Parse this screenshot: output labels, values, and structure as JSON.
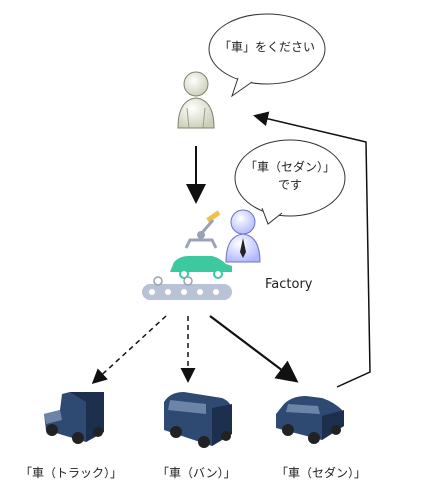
{
  "customer_bubble": {
    "text": "「車」をください"
  },
  "factory_bubble": {
    "line1": "「車（セダン）」",
    "line2": "です"
  },
  "factory_label": "Factory",
  "products": [
    {
      "name": "truck",
      "label": "「車（トラック）」"
    },
    {
      "name": "van",
      "label": "「車（バン）」"
    },
    {
      "name": "sedan",
      "label": "「車（セダン）」"
    }
  ],
  "colors": {
    "car_body": "#2e4a73",
    "car_dark": "#1c2f4c",
    "assembly_car": "#3cc9a0",
    "conveyor": "#b9c3d6",
    "person": "#e3e6d6",
    "person_accent": "#cfd6ff"
  }
}
